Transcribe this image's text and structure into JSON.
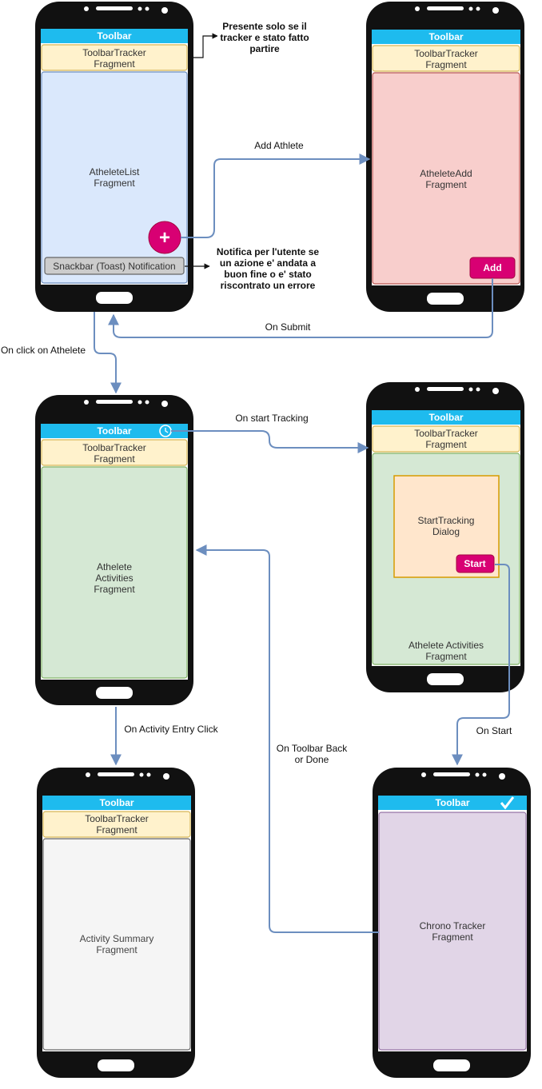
{
  "phones": {
    "list": {
      "toolbar": "Toolbar",
      "tracker": [
        "ToolbarTracker",
        "Fragment"
      ],
      "fragment": [
        "AtheleteList",
        "Fragment"
      ],
      "snackbar": "Snackbar (Toast) Notification",
      "fab_symbol": "+"
    },
    "add": {
      "toolbar": "Toolbar",
      "tracker": [
        "ToolbarTracker",
        "Fragment"
      ],
      "fragment": [
        "AtheleteAdd",
        "Fragment"
      ],
      "button": "Add"
    },
    "activities": {
      "toolbar": "Toolbar",
      "tracker": [
        "ToolbarTracker",
        "Fragment"
      ],
      "fragment": [
        "Athelete",
        "Activities",
        "Fragment"
      ]
    },
    "start_tracking": {
      "toolbar": "Toolbar",
      "tracker": [
        "ToolbarTracker",
        "Fragment"
      ],
      "dialog": [
        "StartTracking",
        "Dialog"
      ],
      "button": "Start",
      "fragment": [
        "Athelete Activities",
        "Fragment"
      ]
    },
    "summary": {
      "toolbar": "Toolbar",
      "tracker": [
        "ToolbarTracker",
        "Fragment"
      ],
      "fragment": [
        "Activity Summary",
        "Fragment"
      ]
    },
    "chrono": {
      "toolbar": "Toolbar",
      "fragment": [
        "Chrono Tracker",
        "Fragment"
      ]
    }
  },
  "notes": {
    "tracker_note": [
      "Presente solo se il",
      "tracker e stato fatto",
      "partire"
    ],
    "snackbar_note": [
      "Notifica per l'utente se",
      "un azione e' andata a",
      "buon fine o e' stato",
      "riscontrato un errore"
    ]
  },
  "edges": {
    "add_athlete": "Add Athlete",
    "on_submit": "On Submit",
    "on_click_athelete": "On click on Athelete",
    "on_start_tracking": "On start Tracking",
    "on_start": "On Start",
    "on_activity_entry_click": "On Activity Entry Click",
    "on_toolbar_back": [
      "On Toolbar Back",
      "or Done"
    ]
  },
  "colors": {
    "phone_body": "#111111",
    "toolbar": "#1ebbee",
    "tracker": "#fff2cc",
    "tracker_border": "#d6b656",
    "list": "#dae8fc",
    "add": "#f8cecc",
    "activities": "#d5e8d4",
    "dialog": "#ffe6cc",
    "summary": "#f5f5f5",
    "chrono": "#e1d5e7",
    "accent_button": "#d80073",
    "edge": "#6c8ebf"
  }
}
